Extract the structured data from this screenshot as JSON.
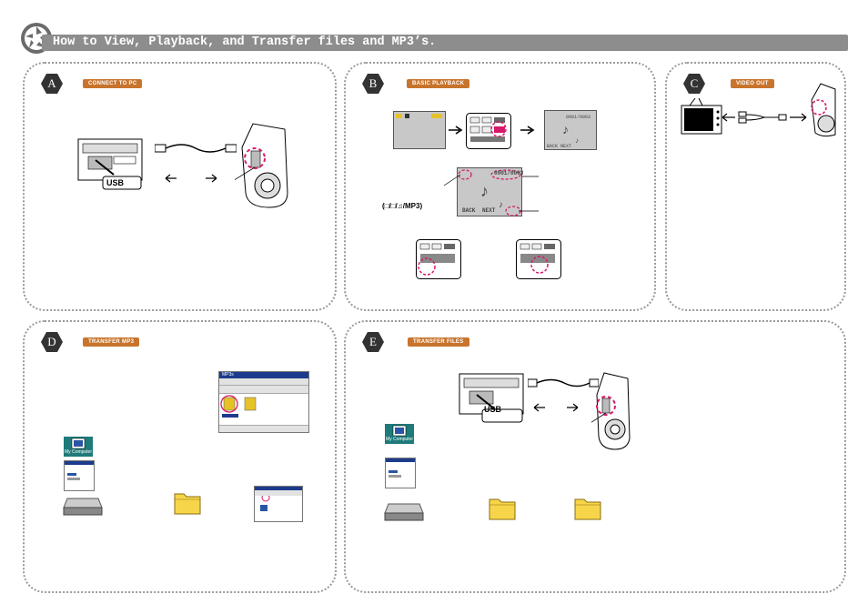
{
  "header": {
    "title": "How to View, Playback, and Transfer files and MP3’s."
  },
  "sections": [
    {
      "letter": "A",
      "label": "CONNECT TO PC"
    },
    {
      "letter": "B",
      "label": "BASIC PLAYBACK"
    },
    {
      "letter": "C",
      "label": "VIDEO OUT"
    },
    {
      "letter": "D",
      "label": "TRANSFER MP3"
    },
    {
      "letter": "E",
      "label": "TRANSFER FILES"
    }
  ],
  "labels": {
    "usb": "USB",
    "mode_icons": "(□/□/♫/MP3)",
    "lcd_back": "BACK",
    "lcd_next": "NEXT",
    "lcd_counter": "0001/0003",
    "my_computer": "My Computer",
    "window_title": "MP3s"
  },
  "colors": {
    "accent": "#c8742c",
    "highlight": "#d6196b",
    "title_bar": "#8d8d8d"
  }
}
